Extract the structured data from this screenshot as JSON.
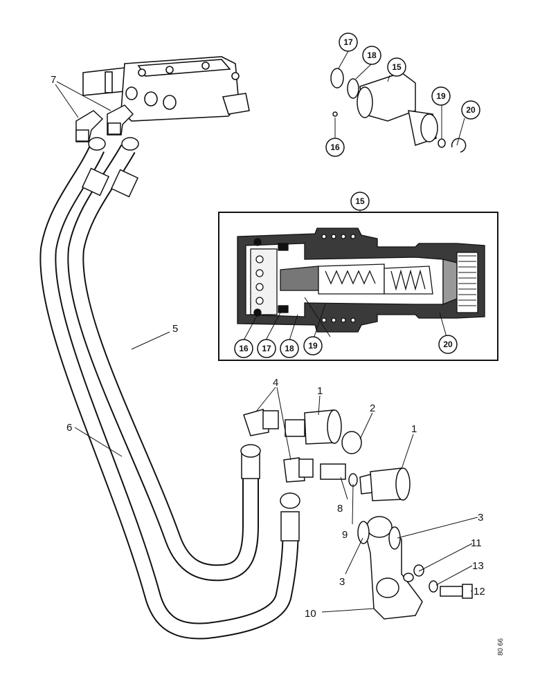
{
  "labels": {
    "l1a": "1",
    "l1b": "1",
    "l2": "2",
    "l3a": "3",
    "l3b": "3",
    "l4": "4",
    "l5": "5",
    "l6": "6",
    "l7": "7",
    "l8": "8",
    "l9": "9",
    "l10": "10",
    "l11": "11",
    "l12": "12",
    "l13": "13",
    "c15a": "15",
    "c16a": "16",
    "c17a": "17",
    "c18a": "18",
    "c19a": "19",
    "c20a": "20",
    "c15b": "15",
    "c16b": "16",
    "c17b": "17",
    "c18b": "18",
    "c19b": "19",
    "c20b": "20"
  },
  "reference": "80 66"
}
